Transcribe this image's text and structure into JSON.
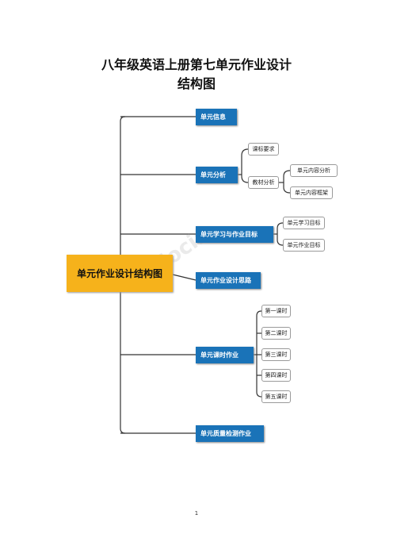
{
  "title_line1": "八年级英语上册第七单元作业设计",
  "title_line2": "结构图",
  "root": "单元作业设计结构图",
  "nodes": {
    "n1": "单元信息",
    "n2": "单元分析",
    "n3": "单元学习与作业目标",
    "n4": "单元作业设计思路",
    "n5": "单元课时作业",
    "n6": "单元质量检测作业"
  },
  "analysis": {
    "curriculum": "课标要求",
    "textbook": "教材分析",
    "content": "单元内容分析",
    "framework": "单元内容框架"
  },
  "goals": {
    "learning": "单元学习目标",
    "homework": "单元作业目标"
  },
  "lessons": [
    "第一课时",
    "第二课时",
    "第三课时",
    "第四课时",
    "第五课时"
  ],
  "page_number": "1"
}
